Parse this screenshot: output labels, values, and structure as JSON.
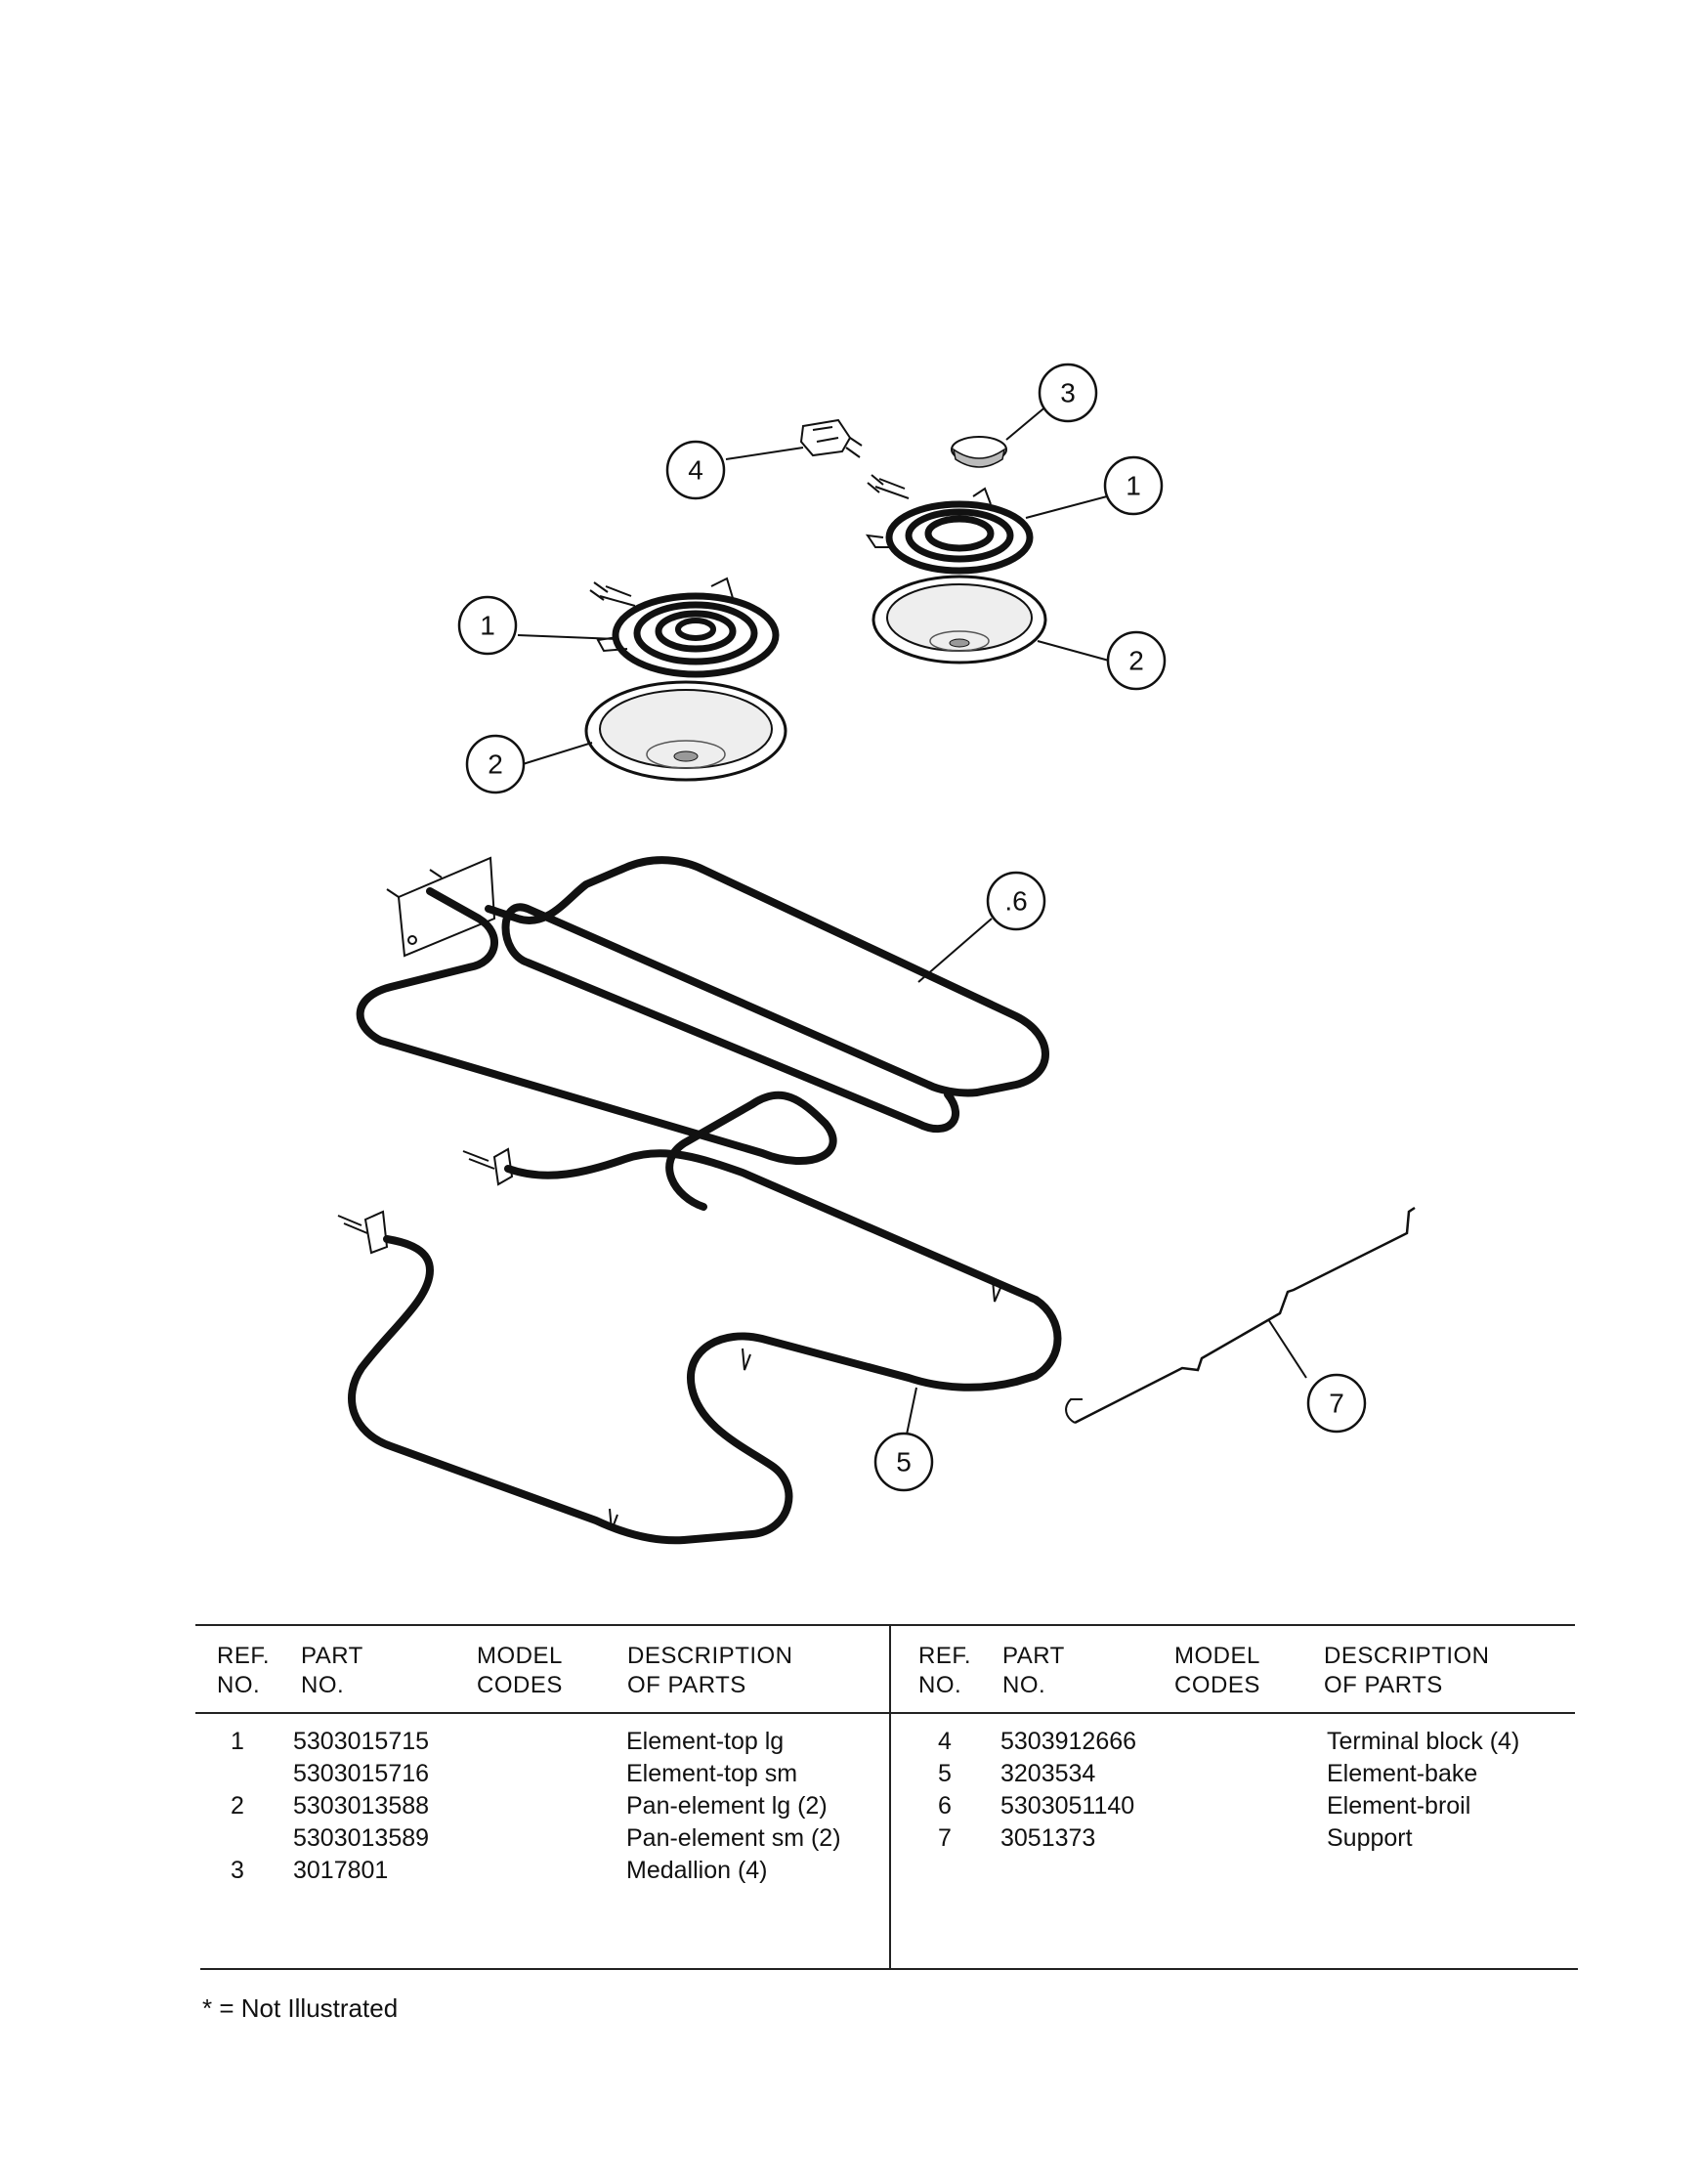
{
  "callouts": {
    "c1a": "1",
    "c1b": "1",
    "c2a": "2",
    "c2b": "2",
    "c3": "3",
    "c4": "4",
    "c5": "5",
    "c6": ".6",
    "c7": "7"
  },
  "table": {
    "headers": {
      "ref": "REF.\nNO.",
      "part": "PART\nNO.",
      "model": "MODEL\nCODES",
      "desc": "DESCRIPTION\nOF PARTS"
    },
    "left_rows": [
      {
        "ref": "1",
        "part": "5303015715",
        "desc": "Element-top lg"
      },
      {
        "ref": "",
        "part": "5303015716",
        "desc": "Element-top sm"
      },
      {
        "ref": "2",
        "part": "5303013588",
        "desc": "Pan-element lg (2)"
      },
      {
        "ref": "",
        "part": "5303013589",
        "desc": "Pan-element sm (2)"
      },
      {
        "ref": "3",
        "part": "3017801",
        "desc": "Medallion (4)"
      }
    ],
    "right_rows": [
      {
        "ref": "4",
        "part": "5303912666",
        "desc": "Terminal block (4)"
      },
      {
        "ref": "5",
        "part": "3203534",
        "desc": "Element-bake"
      },
      {
        "ref": "6",
        "part": "5303051140",
        "desc": "Element-broil"
      },
      {
        "ref": "7",
        "part": "3051373",
        "desc": "Support"
      }
    ]
  },
  "footnote": "* = Not Illustrated"
}
